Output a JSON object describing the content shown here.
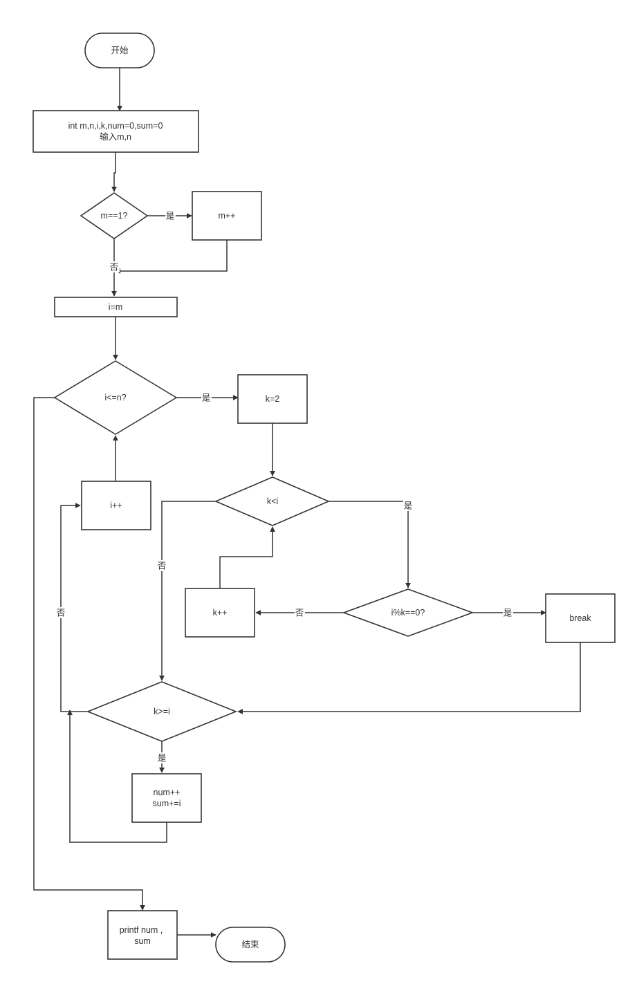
{
  "nodes": {
    "start": "开始",
    "init_line1": "int m,n,i,k,num=0,sum=0",
    "init_line2": "输入m,n",
    "cond_m_eq_1": "m==1?",
    "m_inc": "m++",
    "assign_i_m": "i=m",
    "cond_i_le_n": "i<=n?",
    "assign_k_2": "k=2",
    "cond_k_lt_i": "k<i",
    "cond_mod": "i%k==0?",
    "break_box": "break",
    "k_inc": "k++",
    "i_inc": "i++",
    "cond_k_ge_i": "k>=i",
    "accum_line1": "num++",
    "accum_line2": "sum+=i",
    "print_line1": "printf num ,",
    "print_line2": "sum",
    "end": "结束"
  },
  "edge_labels": {
    "m_yes": "是",
    "m_no": "否",
    "i_yes": "是",
    "k_lt_yes": "是",
    "k_lt_no": "否",
    "mod_yes": "是",
    "mod_no": "否",
    "kge_yes": "是",
    "kge_no": "否"
  }
}
